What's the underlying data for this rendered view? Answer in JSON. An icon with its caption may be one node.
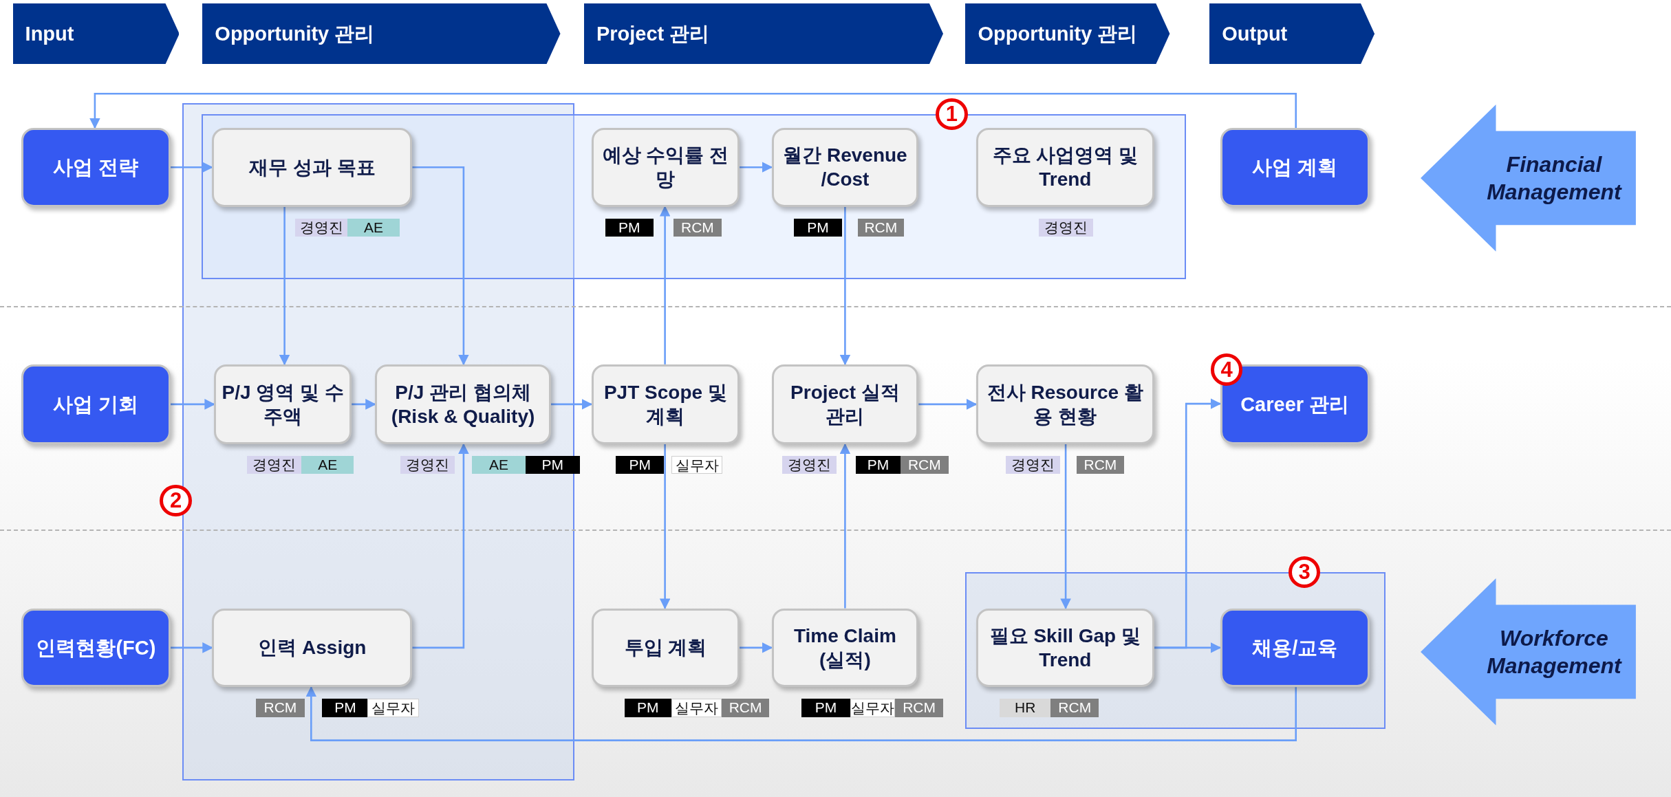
{
  "diagram": {
    "nodes": [
      {
        "text": [
          "Input"
        ]
      },
      {
        "text": [
          "Opportunity 관리"
        ]
      },
      {
        "text": [
          "Project 관리"
        ]
      },
      {
        "text": [
          "Opportunity 관리"
        ]
      },
      {
        "text": [
          "Output"
        ]
      },
      {
        "text": [
          "사업 전략"
        ]
      },
      {
        "text": [
          "재무 성과 목표"
        ],
        "beside": [
          "경영진",
          "AE"
        ]
      },
      {
        "text": [
          "예상 수익률 전망"
        ],
        "beside": [
          "PM",
          "RCM"
        ]
      },
      {
        "text": [
          "월간 Revenue /Cost"
        ],
        "beside": [
          "PM",
          "RCM"
        ]
      },
      {
        "text": [
          "주요 사업영역 및 Trend"
        ],
        "beside": [
          "경영진"
        ]
      },
      {
        "text": [
          "사업 계획"
        ]
      },
      {
        "text": [
          "Financial Management"
        ]
      },
      {
        "text": [
          "사업 기회"
        ]
      },
      {
        "text": [
          "P/J 영역 및 수주액"
        ],
        "beside": [
          "경영진",
          "AE"
        ]
      },
      {
        "text": [
          "P/J 관리 협의체 (Risk & Quality)"
        ],
        "beside": [
          "경영진",
          "AE",
          "PM"
        ]
      },
      {
        "text": [
          "PJT Scope 및 계획"
        ],
        "beside": [
          "PM",
          "실무자"
        ]
      },
      {
        "text": [
          "Project 실적 관리"
        ],
        "beside": [
          "경영진",
          "PM",
          "RCM"
        ]
      },
      {
        "text": [
          "전사 Resource 활용 현황"
        ],
        "beside": [
          "경영진",
          "RCM"
        ]
      },
      {
        "text": [
          "Career 관리"
        ]
      },
      {
        "text": [
          "인력현황(FC)"
        ]
      },
      {
        "text": [
          "인력 Assign"
        ],
        "beside": [
          "RCM",
          "PM",
          "실무자"
        ]
      },
      {
        "text": [
          "투입 계획"
        ],
        "beside": [
          "PM",
          "실무자",
          "RCM"
        ]
      },
      {
        "text": [
          "Time Claim (실적)"
        ],
        "beside": [
          "PM",
          "실무자",
          "RCM"
        ]
      },
      {
        "text": [
          "필요 Skill Gap 및 Trend"
        ],
        "beside": [
          "HR",
          "RCM"
        ]
      },
      {
        "text": [
          "채용/교육"
        ]
      },
      {
        "text": [
          "Workforce Management"
        ]
      }
    ],
    "edges": [
      {
        "from": 5,
        "to": 6,
        "arrow": "to"
      },
      {
        "from": 6,
        "to": 13,
        "arrow": "to"
      },
      {
        "from": 6,
        "to": 14,
        "arrow": "to"
      },
      {
        "from": 12,
        "to": 13,
        "arrow": "to"
      },
      {
        "from": 13,
        "to": 14,
        "arrow": "to"
      },
      {
        "from": 14,
        "to": 15,
        "arrow": "to"
      },
      {
        "from": 15,
        "to": 7,
        "arrow": "to"
      },
      {
        "from": 15,
        "to": 21,
        "arrow": "to"
      },
      {
        "from": 7,
        "to": 8,
        "arrow": "to"
      },
      {
        "from": 8,
        "to": 16,
        "arrow": "to"
      },
      {
        "from": 16,
        "to": 17,
        "arrow": "to"
      },
      {
        "from": 17,
        "to": 23,
        "arrow": "to"
      },
      {
        "from": 19,
        "to": 20,
        "arrow": "to"
      },
      {
        "from": 20,
        "to": 14,
        "arrow": "to"
      },
      {
        "from": 21,
        "to": 22,
        "arrow": "to"
      },
      {
        "from": 22,
        "to": 16,
        "arrow": "to"
      },
      {
        "from": 23,
        "to": 24,
        "arrow": "to"
      },
      {
        "from": 23,
        "to": 18,
        "arrow": "to"
      },
      {
        "from": 24,
        "to": 20,
        "arrow": "to"
      },
      {
        "from": 10,
        "to": 5,
        "arrow": "to"
      }
    ],
    "labels": [
      "1",
      "4",
      "2",
      "3"
    ]
  }
}
